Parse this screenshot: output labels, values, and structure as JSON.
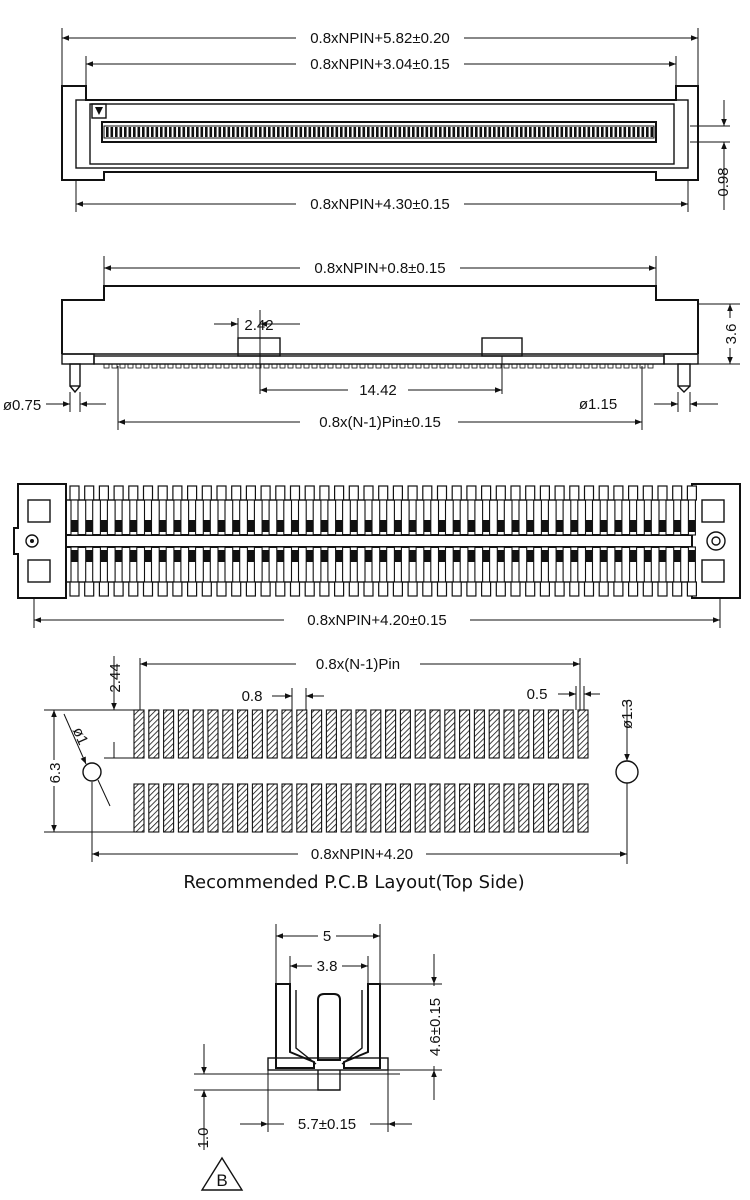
{
  "colors": {
    "ink": "#111111",
    "paper": "#ffffff"
  },
  "views": {
    "top": {
      "dims": {
        "overall": "0.8xNPIN+5.82±0.20",
        "inner": "0.8xNPIN+3.04±0.15",
        "base": "0.8xNPIN+4.30±0.15",
        "height": "0.98"
      },
      "markers": {
        "pin1": "pin1-triangle-icon"
      }
    },
    "front": {
      "dims": {
        "span": "0.8xNPIN+0.8±0.15",
        "peg_width": "2.42",
        "height": "3.6",
        "peg_spacing": "14.42",
        "post_left": "ø0.75",
        "post_right": "ø1.15",
        "pitch_total": "0.8x(N-1)Pin±0.15"
      }
    },
    "plan": {
      "dims": {
        "overall": "0.8xNPIN+4.20±0.15"
      }
    },
    "pcb": {
      "dims": {
        "pitch_total": "0.8x(N-1)Pin",
        "pitch": "0.8",
        "pad_width": "0.5",
        "pad_length": "2.44",
        "row_span": "6.3",
        "hole_left": "ø1",
        "hole_right": "ø1.3",
        "overall": "0.8xNPIN+4.20"
      },
      "caption": "Recommended P.C.B Layout(Top Side)"
    },
    "section": {
      "dims": {
        "outer": "5",
        "inner": "3.8",
        "height": "4.6±0.15",
        "base_height": "1.0",
        "foot": "5.7±0.15"
      },
      "datum": "B"
    }
  }
}
